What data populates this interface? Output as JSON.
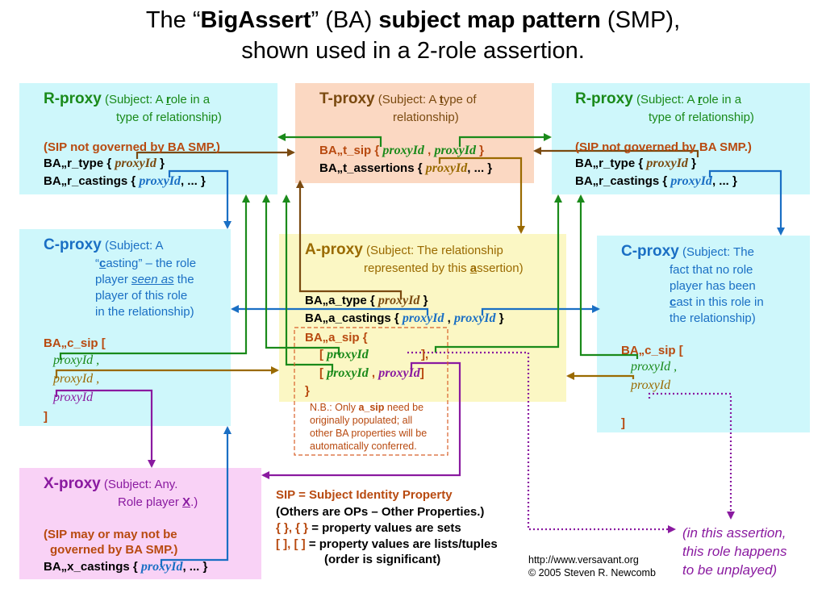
{
  "title": {
    "q_open": "The “",
    "bigassert": "BigAssert",
    "q_close": "” (BA) ",
    "smp": "subject map pattern",
    "smp_abbr": " (SMP),",
    "line2": "shown used in a 2-role assertion."
  },
  "proxy_id": "proxyId",
  "ellipsis": ", ... }",
  "r_left": {
    "name": "R-proxy",
    "sub1a": "(Subject: A ",
    "sub1r": "r",
    "sub1b": "ole in a",
    "sub2": "type of relationship)",
    "note": "(SIP not governed by BA SMP.)",
    "p1": "BA„r_type { ",
    "p1end": " }",
    "p2": "BA„r_castings { "
  },
  "r_right": {
    "name": "R-proxy",
    "sub1a": "(Subject: A ",
    "sub1r": "r",
    "sub1b": "ole in a",
    "sub2": "type of relationship)",
    "note": "(SIP not governed by BA SMP.)",
    "p1": "BA„r_type { ",
    "p1end": " }",
    "p2": "BA„r_castings { "
  },
  "t_proxy": {
    "name": "T-proxy",
    "sub1a": "(Subject: A ",
    "sub1t": "t",
    "sub1b": "ype of",
    "sub2": "relationship)",
    "p1": "BA„t_sip { ",
    "comma": " , ",
    "p1end": " }",
    "p2": "BA„t_assertions { "
  },
  "a_proxy": {
    "name": "A-proxy",
    "sub1": "(Subject: The relationship",
    "sub2a": "represented by this ",
    "sub2a_u": "a",
    "sub2b": "ssertion)",
    "p1": "BA„a_type { ",
    "p1end": " }",
    "p2": "BA„a_castings { ",
    "comma": " , ",
    "p2end": " }",
    "p3": "BA„a_sip {",
    "l1open": "[ ",
    "l1close": "],",
    "l2open": "[ ",
    "l2comma": " , ",
    "l2close": "]",
    "close": "}",
    "nb1a": "N.B.: Only ",
    "nb1b": "a_sip",
    "nb1c": " need be",
    "nb2": "originally populated; all",
    "nb3": "other BA properties will be",
    "nb4": "automatically conferred."
  },
  "c_left": {
    "name": "C-proxy",
    "sub1": "(Subject: A",
    "sub2a": "“",
    "sub2c": "c",
    "sub2b": "asting” – the role",
    "sub3a": "player ",
    "sub3u": "seen as",
    "sub3b": " the",
    "sub4": "player of this role",
    "sub5": "in the relationship)",
    "p1": "BA„c_sip [",
    "sep": " ,",
    "close": "]"
  },
  "c_right": {
    "name": "C-proxy",
    "sub1": "(Subject: The",
    "sub2": "fact that no role",
    "sub3": "player has been",
    "sub4a": "",
    "sub4c": "c",
    "sub4b": "ast in this role in",
    "sub5": "the relationship)",
    "p1": "BA„c_sip [",
    "sep": " ,",
    "close": "]"
  },
  "x_proxy": {
    "name": "X-proxy",
    "sub1": "(Subject: Any.",
    "sub2a": "Role player ",
    "sub2x": "X",
    "sub2b": ".)",
    "note1": "(SIP may or may not be",
    "note2": "governed by BA SMP.)",
    "p1": "BA„x_castings { "
  },
  "legend": {
    "l1": "SIP = Subject Identity Property",
    "l2": "(Others are OPs – Other Properties.)",
    "l3sym": "{ }, { }",
    "l3": " = property values are sets",
    "l4sym": "[ ], [ ]",
    "l4": " = property values are lists/tuples",
    "l5": "(order is significant)"
  },
  "unplayed": {
    "l1": "(in this assertion,",
    "l2": "this role happens",
    "l3": "to be unplayed)"
  },
  "credit": {
    "url": "http://www.versavant.org",
    "copy": "© 2005 Steven R. Newcomb"
  },
  "colors": {
    "r_box": "#cef7fb",
    "t_box": "#fbd8c2",
    "a_box": "#fbf7c4",
    "c_box": "#cef7fb",
    "x_box": "#f9d2f6",
    "green": "#1a8a1a",
    "blue": "#1a6fc4",
    "purple": "#8a1aa0",
    "olive": "#9a6a00",
    "brown": "#7a4a10",
    "orange": "#b84a10"
  }
}
